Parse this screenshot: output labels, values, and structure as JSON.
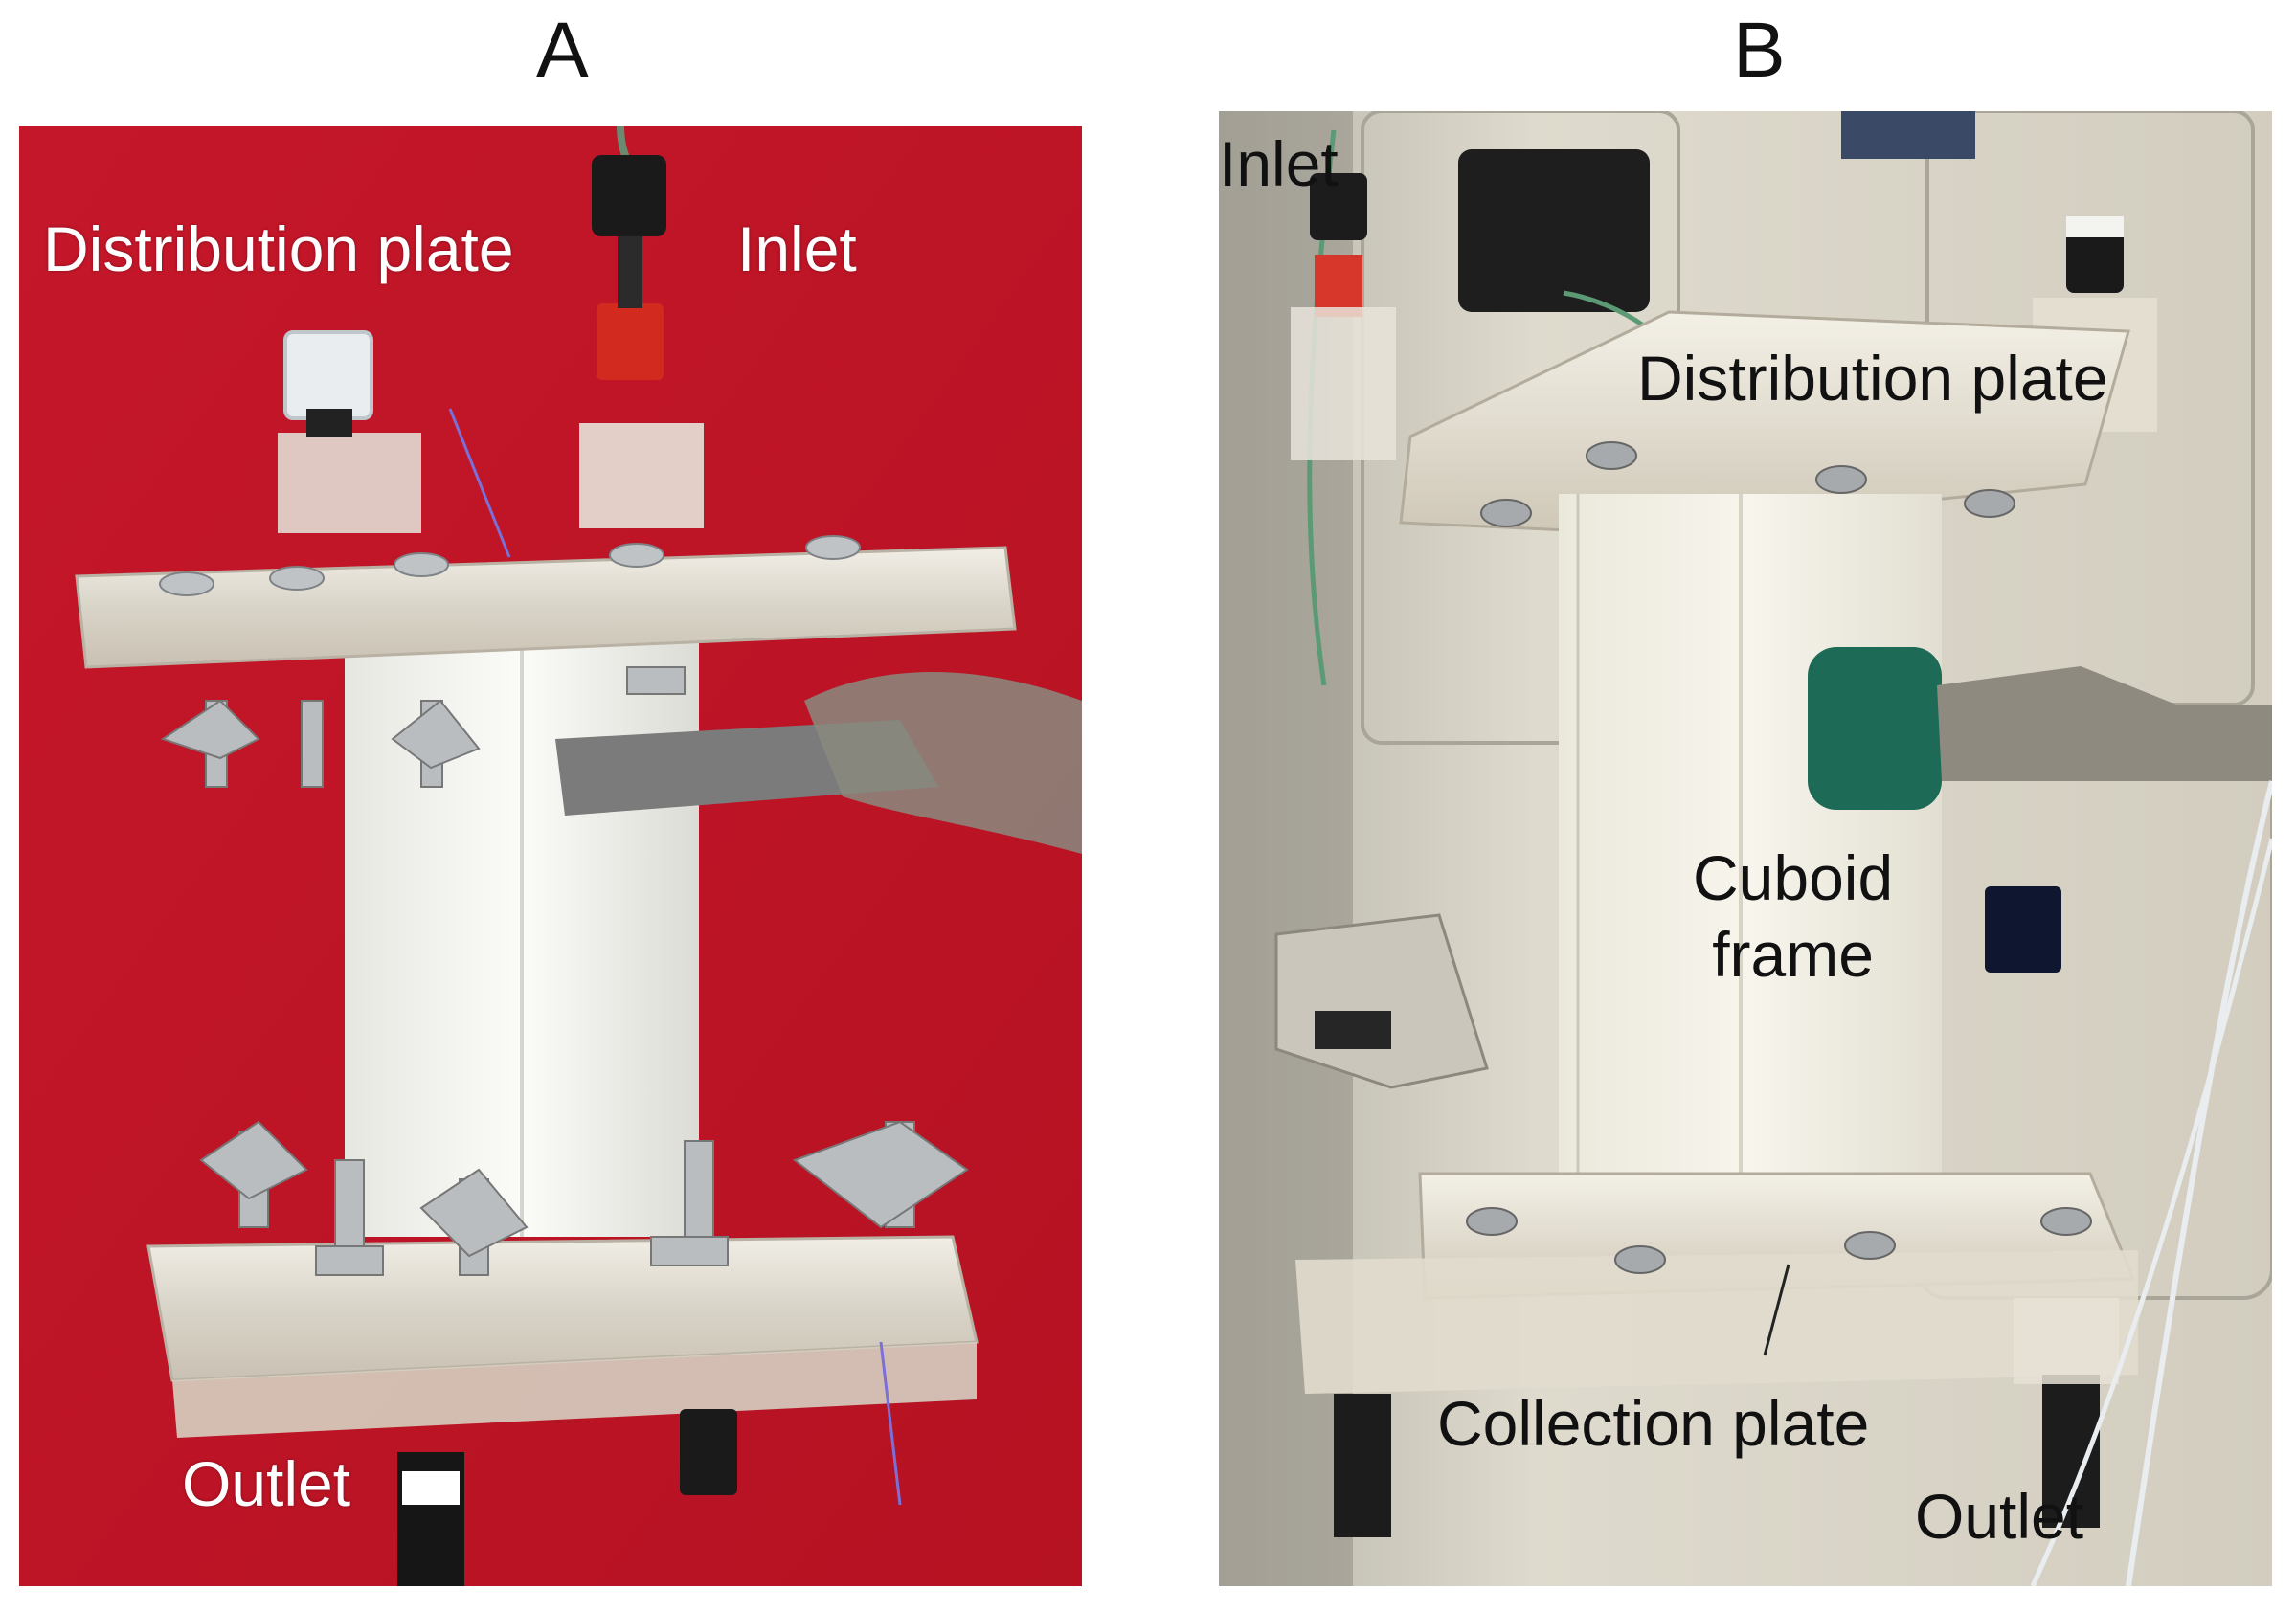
{
  "panel_a": {
    "letter": "A",
    "labels": {
      "distribution_plate": "Distribution plate",
      "inlet": "Inlet",
      "outlet": "Outlet"
    },
    "colors": {
      "background": "#c8182a",
      "label": "#ffffff"
    }
  },
  "panel_b": {
    "letter": "B",
    "labels": {
      "inlet": "Inlet",
      "distribution_plate": "Distribution plate",
      "cuboid_frame_line1": "Cuboid",
      "cuboid_frame_line2": "frame",
      "collection_plate": "Collection plate",
      "outlet": "Outlet"
    },
    "colors": {
      "background": "#d9d5c8",
      "label": "#111111"
    }
  }
}
